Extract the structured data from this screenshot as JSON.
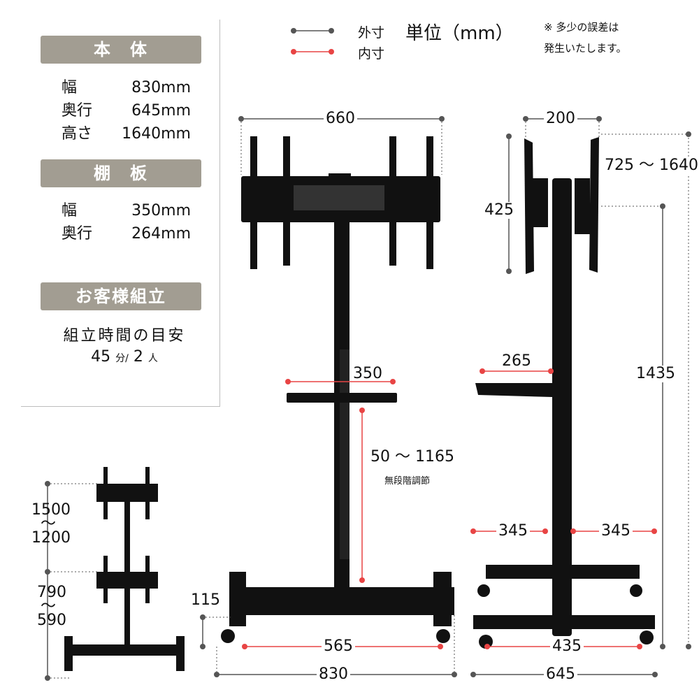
{
  "legend": {
    "outer": "外寸",
    "inner": "内寸",
    "unit": "単位（mm）",
    "note_line1": "※ 多少の誤差は",
    "note_line2": "発生いたします。"
  },
  "colors": {
    "header": "#a29d92",
    "outer_line": "#555555",
    "inner_line": "#e84444"
  },
  "spec": {
    "body_header": "本　体",
    "body_rows": [
      {
        "k": "幅",
        "v": "830mm"
      },
      {
        "k": "奥行",
        "v": "645mm"
      },
      {
        "k": "高さ",
        "v": "1640mm"
      }
    ],
    "shelf_header": "棚　板",
    "shelf_rows": [
      {
        "k": "幅",
        "v": "350mm"
      },
      {
        "k": "奥行",
        "v": "264mm"
      }
    ],
    "assembly_header": "お客様組立",
    "assembly_line1": "組立時間の目安",
    "assembly_num": "45",
    "assembly_min": "分",
    "assembly_slash": "/",
    "assembly_people": "2",
    "assembly_unit": "人"
  },
  "front": {
    "mount_width": "660",
    "shelf_width": "350",
    "shelf_range": "50 〜 1165",
    "shelf_note": "無段階調節",
    "base_clearance": "115",
    "caster_span": "565",
    "width": "830"
  },
  "side": {
    "mount_depth": "200",
    "height_range": "725 〜 1640",
    "mount_height": "425",
    "pole_height": "1435",
    "shelf_depth": "265",
    "left_half": "345",
    "right_half": "345",
    "caster_span": "435",
    "depth": "645"
  },
  "dual": {
    "top_max": "1500",
    "top_tilde": "〜",
    "top_min": "1200",
    "low_max": "790",
    "low_tilde": "〜",
    "low_min": "590"
  }
}
